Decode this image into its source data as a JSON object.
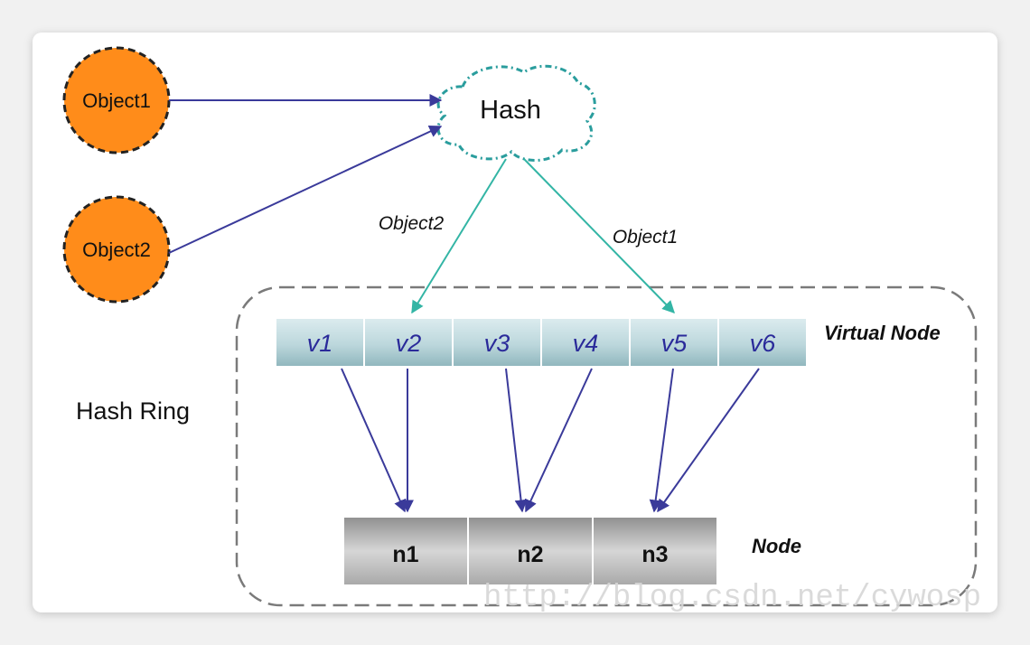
{
  "diagram": {
    "objects": [
      {
        "id": "obj1",
        "label": "Object1"
      },
      {
        "id": "obj2",
        "label": "Object2"
      }
    ],
    "hash": {
      "label": "Hash"
    },
    "hash_ring": {
      "label": "Hash Ring"
    },
    "virtual_nodes": {
      "row_label": "Virtual Node",
      "items": [
        {
          "id": "v1",
          "label": "v1"
        },
        {
          "id": "v2",
          "label": "v2"
        },
        {
          "id": "v3",
          "label": "v3"
        },
        {
          "id": "v4",
          "label": "v4"
        },
        {
          "id": "v5",
          "label": "v5"
        },
        {
          "id": "v6",
          "label": "v6"
        }
      ]
    },
    "nodes": {
      "row_label": "Node",
      "items": [
        {
          "id": "n1",
          "label": "n1"
        },
        {
          "id": "n2",
          "label": "n2"
        },
        {
          "id": "n3",
          "label": "n3"
        }
      ]
    },
    "edge_labels": {
      "object2_route": "Object2",
      "object1_route": "Object1"
    },
    "mappings": [
      {
        "from": "v1",
        "to": "n1"
      },
      {
        "from": "v2",
        "to": "n1"
      },
      {
        "from": "v3",
        "to": "n2"
      },
      {
        "from": "v4",
        "to": "n2"
      },
      {
        "from": "v5",
        "to": "n3"
      },
      {
        "from": "v6",
        "to": "n3"
      }
    ],
    "watermark": "http://blog.csdn.net/cywosp"
  },
  "colors": {
    "object_fill": "#ff8c1a",
    "object_border": "#222222",
    "hash_border": "#2a9d9d",
    "teal_arrow": "#33b5a5",
    "blue_arrow": "#3a3a9a",
    "vnode_text": "#2a2a9a",
    "ring_border": "#7a7a7a"
  }
}
